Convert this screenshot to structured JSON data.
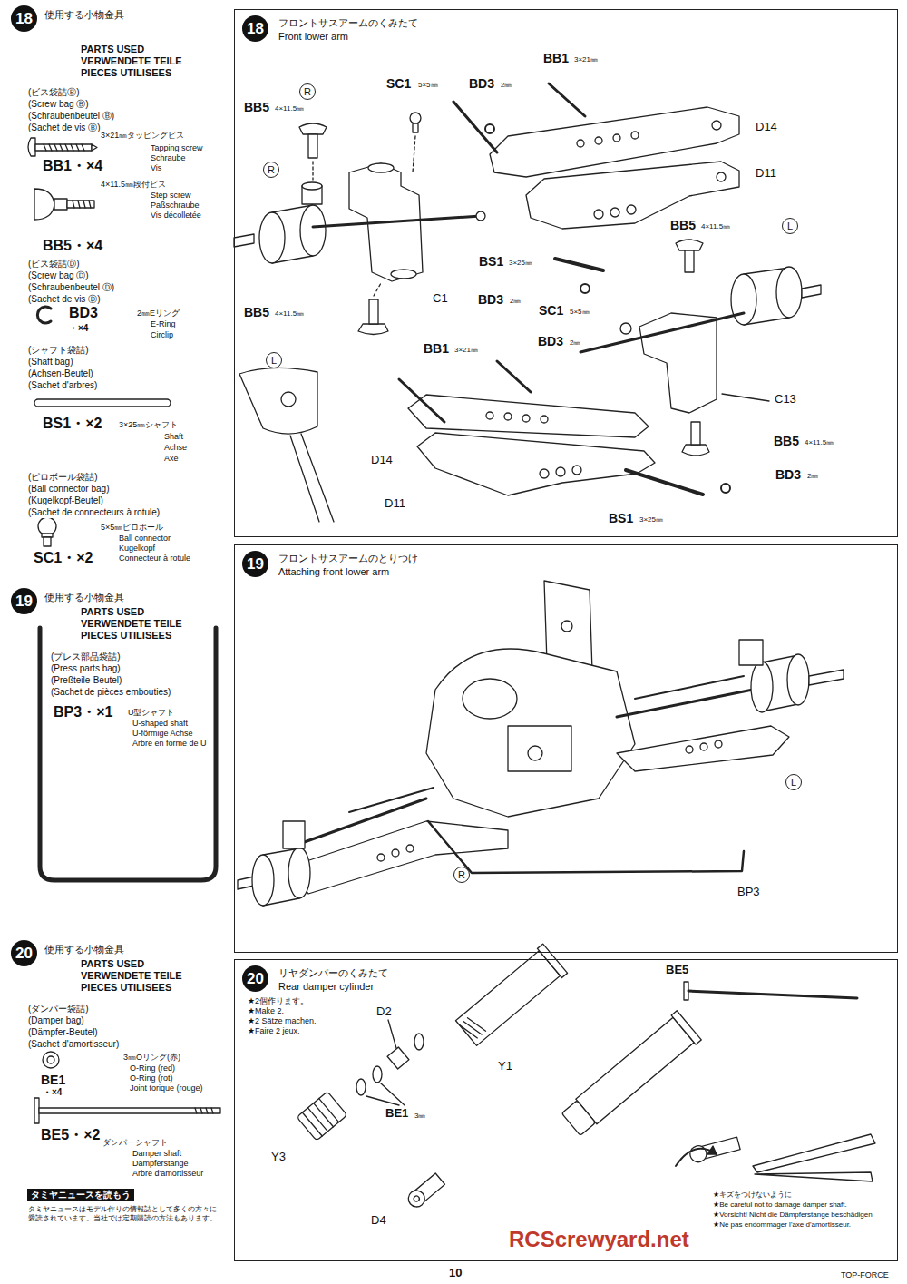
{
  "diagram": {
    "nodes": [
      {
        "text": [
          "18",
          "フロントサスアームのくみたて",
          "Front lower arm"
        ]
      },
      {
        "text": [
          "19",
          "フロントサスアームのとりつけ",
          "Attaching front lower arm"
        ]
      },
      {
        "text": [
          "20",
          "リヤダンパーのくみたて",
          "Rear damper cylinder"
        ]
      }
    ],
    "labels": [
      "18",
      "使用する小物金具",
      "PARTS USED",
      "VERWENDETE TEILE",
      "PIECES UTILISEES",
      "(ビス袋詰Ⓑ)",
      "(Screw bag Ⓑ)",
      "(Schraubenbeutel Ⓑ)",
      "(Sachet de vis Ⓑ)",
      "BB1・×4",
      "3×21㎜タッピングビス",
      "Tapping screw",
      "Schraube",
      "Vis",
      "4×11.5㎜段付ビス",
      "Step screw",
      "Paßschraube",
      "Vis décolletée",
      "BB5・×4",
      "(ビス袋詰Ⓓ)",
      "(Screw bag Ⓓ)",
      "(Schraubenbeutel Ⓓ)",
      "(Sachet de vis Ⓓ)",
      "BD3",
      "・×4",
      "2㎜Eリング",
      "E-Ring",
      "Circlip",
      "(シャフト袋詰)",
      "(Shaft bag)",
      "(Achsen-Beutel)",
      "(Sachet d'arbres)",
      "BS1・×2",
      "3×25㎜シャフト",
      "Shaft",
      "Achse",
      "Axe",
      "(ピロボール袋詰)",
      "(Ball connector bag)",
      "(Kugelkopf-Beutel)",
      "(Sachet de connecteurs à rotule)",
      "5×5㎜ピロボール",
      "Ball connector",
      "Kugelkopf",
      "Connecteur à rotule",
      "SC1・×2",
      "19",
      "使用する小物金具",
      "PARTS USED",
      "VERWENDETE TEILE",
      "PIECES UTILISEES",
      "(プレス部品袋詰)",
      "(Press parts bag)",
      "(Preßteile-Beutel)",
      "(Sachet de pièces embouties)",
      "BP3・×1",
      "U型シャフト",
      "U-shaped shaft",
      "U-förmige Achse",
      "Arbre en forme de U",
      "20",
      "使用する小物金具",
      "PARTS USED",
      "VERWENDETE TEILE",
      "PIECES UTILISEES",
      "(ダンパー袋詰)",
      "(Damper bag)",
      "(Dämpfer-Beutel)",
      "(Sachet d'amortisseur)",
      "3㎜Oリング(赤)",
      "O-Ring (red)",
      "O-Ring (rot)",
      "Joint torique (rouge)",
      "BE1",
      "・×4",
      "BE5・×2",
      "ダンパーシャフト",
      "Damper shaft",
      "Dämpferstange",
      "Arbre d'amortisseur",
      "タミヤニュースを読もう",
      "タミヤニュースはモデル作りの情報誌として多くの方々に愛読されています。当社では定期購読の方法もあります。",
      "R",
      "SC1",
      "5×5㎜",
      "BD3",
      "2㎜",
      "BB1",
      "3×21㎜",
      "BB5",
      "4×11.5㎜",
      "D14",
      "R",
      "D11",
      "BB5",
      "4×11.5㎜",
      "L",
      "BS1",
      "3×25㎜",
      "BB5",
      "4×11.5㎜",
      "C1",
      "BD3",
      "2㎜",
      "SC1",
      "5×5㎜",
      "BB1",
      "3×21㎜",
      "BD3",
      "2㎜",
      "L",
      "C13",
      "D14",
      "BB5",
      "4×11.5㎜",
      "BD3",
      "2㎜",
      "D11",
      "BS1",
      "3×25㎜",
      "L",
      "R",
      "BP3",
      "★2個作ります。",
      "★Make 2.",
      "★2 Sätze machen.",
      "★Faire 2 jeux.",
      "D2",
      "Y1",
      "BE5",
      "BE1",
      "3㎜",
      "Y3",
      "D4",
      "★キズをつけないように",
      "★Be careful not to damage damper shaft.",
      "★Vorsicht! Nicht die Dämpferstange beschädigen",
      "★Ne pas endommager l'axe d'amortisseur.",
      "10",
      "TOP-FORCE",
      "RCScrewyard.net"
    ]
  }
}
